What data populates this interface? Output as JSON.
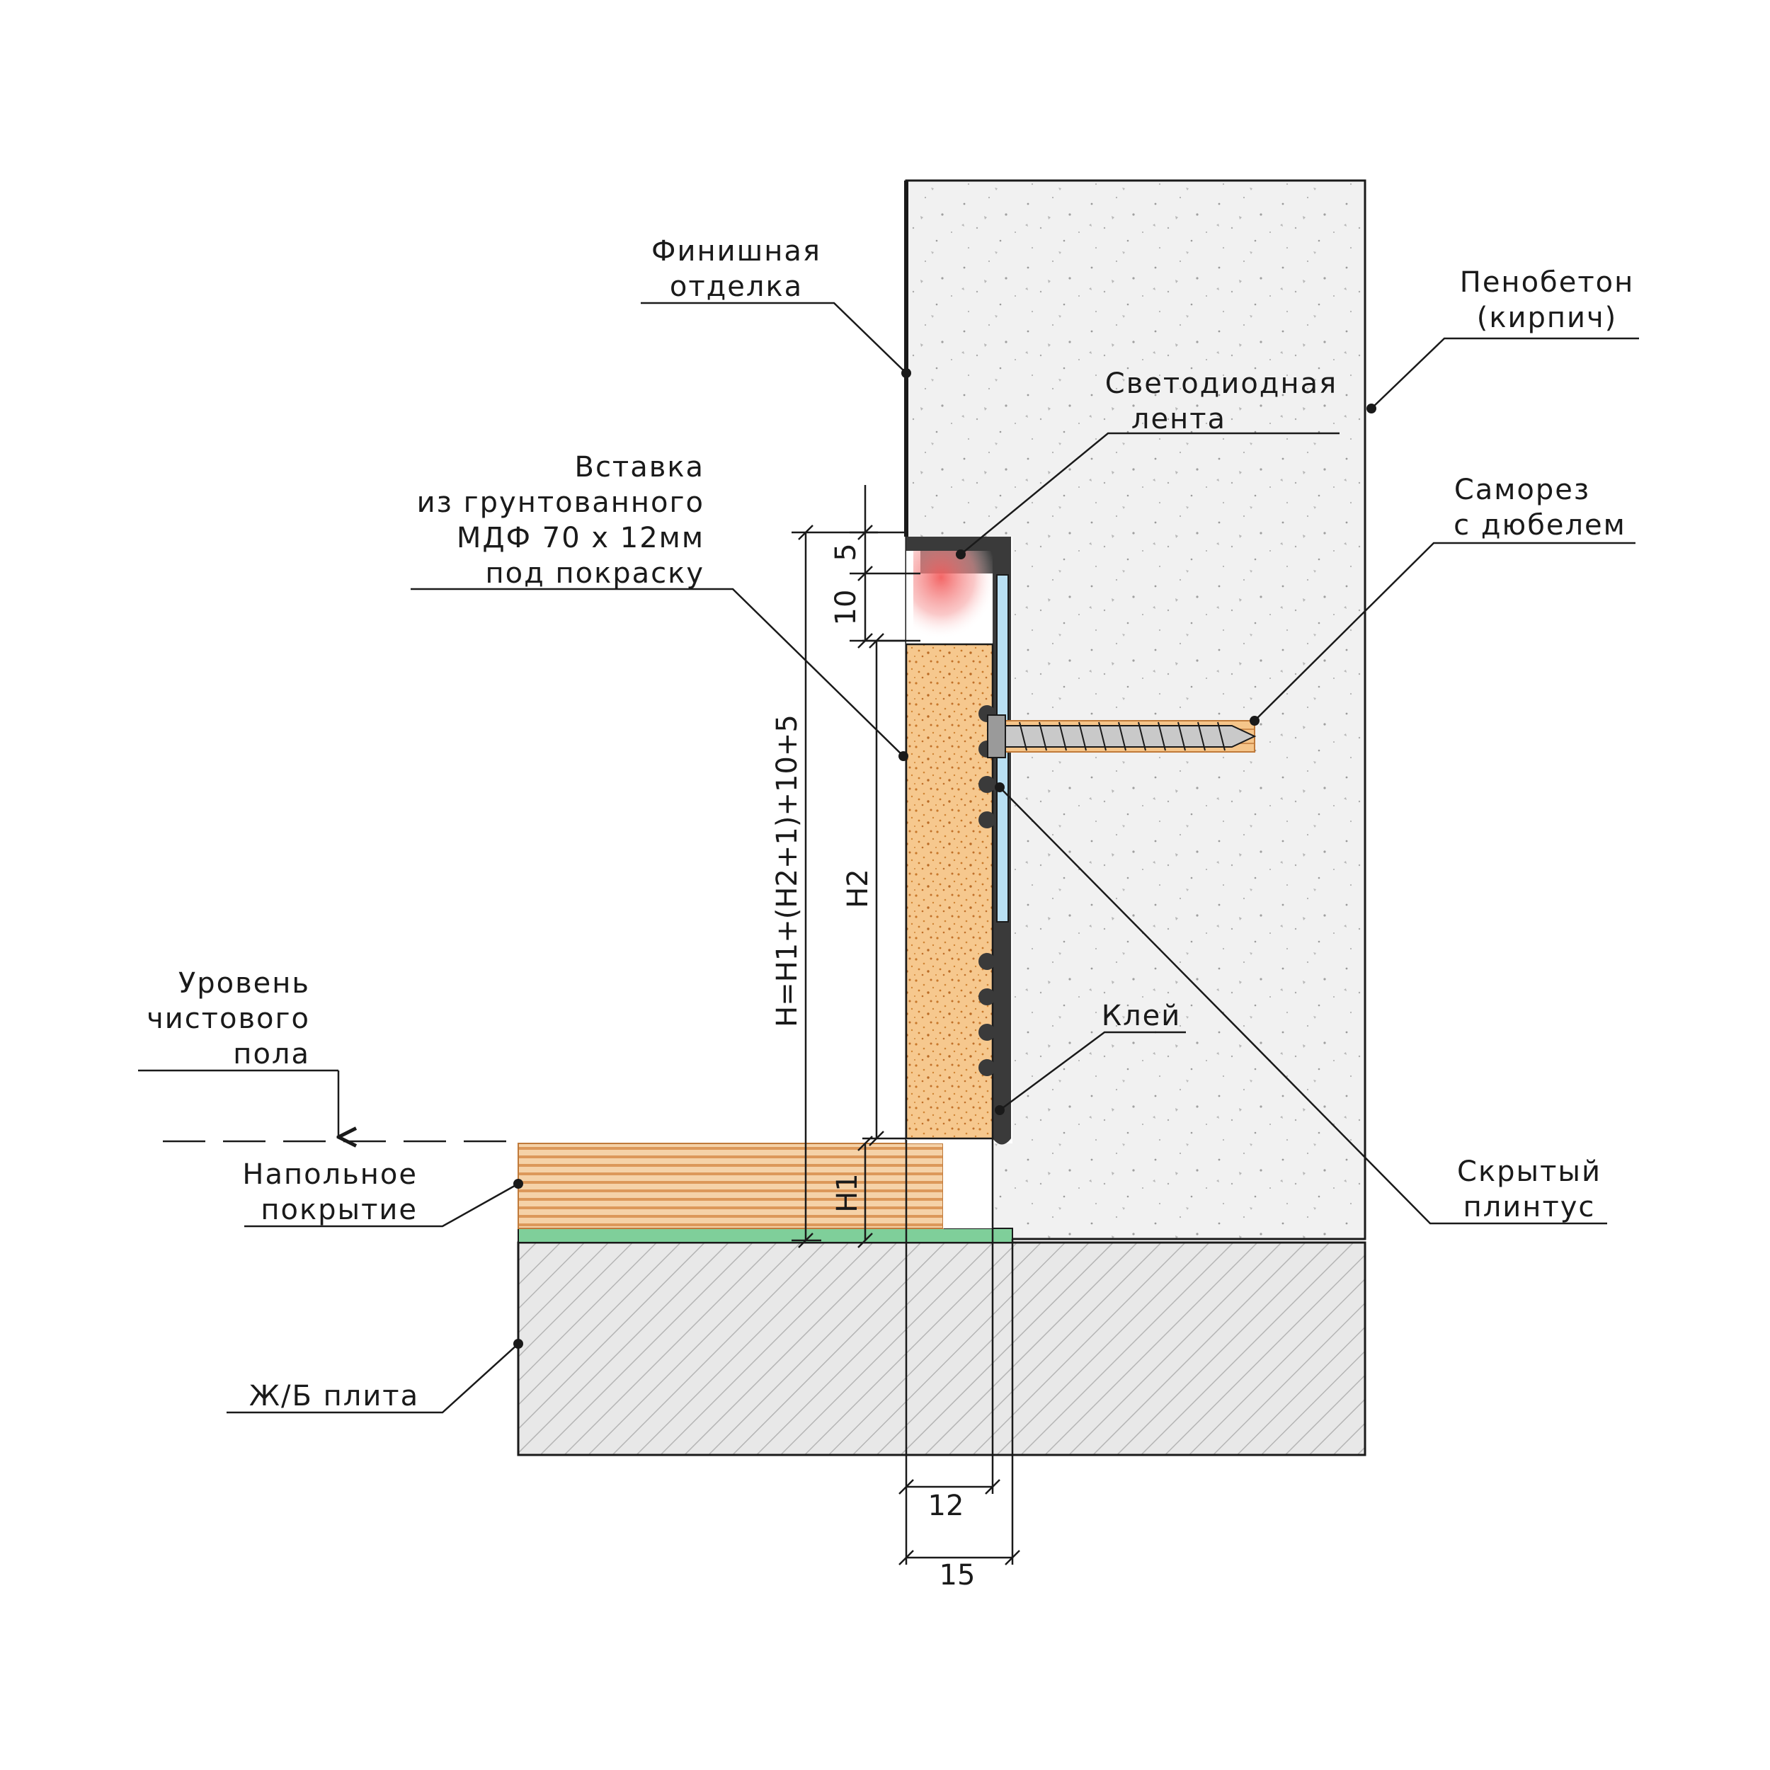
{
  "colors": {
    "concrete_fill": "#f1f1f1",
    "slab_fill": "#e6e6e6",
    "mdf_fill": "#f6c88e",
    "mdf_speckle": "#c8782a",
    "floor_covering": "#f2c89c",
    "floor_stripe": "#d9924e",
    "underlay": "#7fcf9a",
    "profile": "#3a3a3a",
    "aluminium": "#b9dff2",
    "led_glow": "#f37c7c",
    "screw": "#f5c58a"
  },
  "labels": {
    "finish": [
      "Финишная",
      "отделка"
    ],
    "wall": [
      "Пенобетон",
      "(кирпич)"
    ],
    "led": [
      "Светодиодная",
      "лента"
    ],
    "insert": [
      "Вставка",
      "из грунтованного",
      "МДФ 70 х 12мм",
      "под покраску"
    ],
    "screw": [
      "Саморез",
      "с дюбелем"
    ],
    "floor_level": [
      "Уровень",
      "чистового",
      "пола"
    ],
    "glue": "Клей",
    "plinth": [
      "Скрытый",
      "плинтус"
    ],
    "covering": [
      "Напольное",
      "покрытие"
    ],
    "slab": "Ж/Б плита"
  },
  "dimensions": {
    "total": "H=H1+(H2+1)+10+5",
    "h2": "H2",
    "h1": "H1",
    "top": "5",
    "gap": "10",
    "width_12": "12",
    "width_15": "15"
  }
}
